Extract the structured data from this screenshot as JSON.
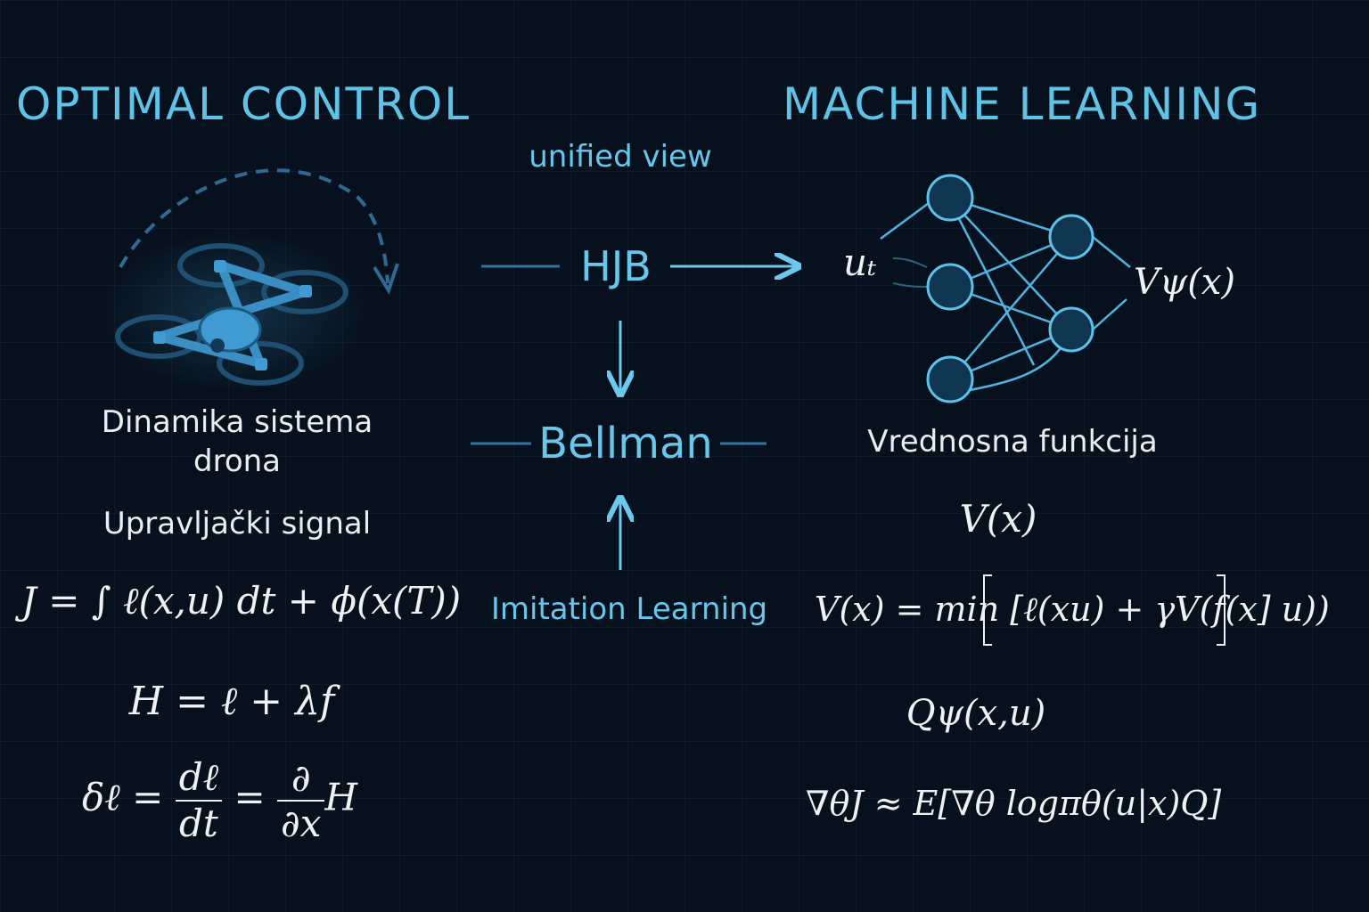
{
  "left": {
    "title": "OPTIMAL CONTROL",
    "caption1_line1": "Dinamika sistema",
    "caption1_line2": "drona",
    "caption2": "Upravljački signal",
    "eq_j": "J = ∫ ℓ(x,u) dt + ϕ(x(T))",
    "eq_h": "H = ℓ + λf",
    "eq_d_left": "δℓ =",
    "eq_d_frac1_num": "dℓ",
    "eq_d_frac1_den": "dt",
    "eq_d_eq": "=",
    "eq_d_frac2_num": "∂",
    "eq_d_frac2_den": "∂x",
    "eq_d_tail": "H"
  },
  "center": {
    "subtitle": "unified view",
    "hjb": "HJB",
    "bellman": "Bellman",
    "imitation": "Imitation Learning"
  },
  "right": {
    "title": "MACHINE LEARNING",
    "input_label": "uₜ",
    "output_label": "Vψ(x)",
    "caption": "Vrednosna funkcija",
    "eq_v": "V(x)",
    "eq_bellman": "V(x) = min [ℓ(xu) + γV(f(x] u))",
    "eq_q": "Qψ(x,u)",
    "eq_grad": "∇θJ ≈ E[∇θ logπθ(u|x)Q]"
  },
  "colors": {
    "accent": "#5fc3e8",
    "background": "#07111d",
    "node_fill": "#0f3550",
    "node_stroke": "#5cc2ea"
  },
  "icons": [
    "drone-icon",
    "arc-arrow-icon",
    "neural-network-icon",
    "arrow-right-icon",
    "arrow-down-icon",
    "arrow-up-icon"
  ]
}
